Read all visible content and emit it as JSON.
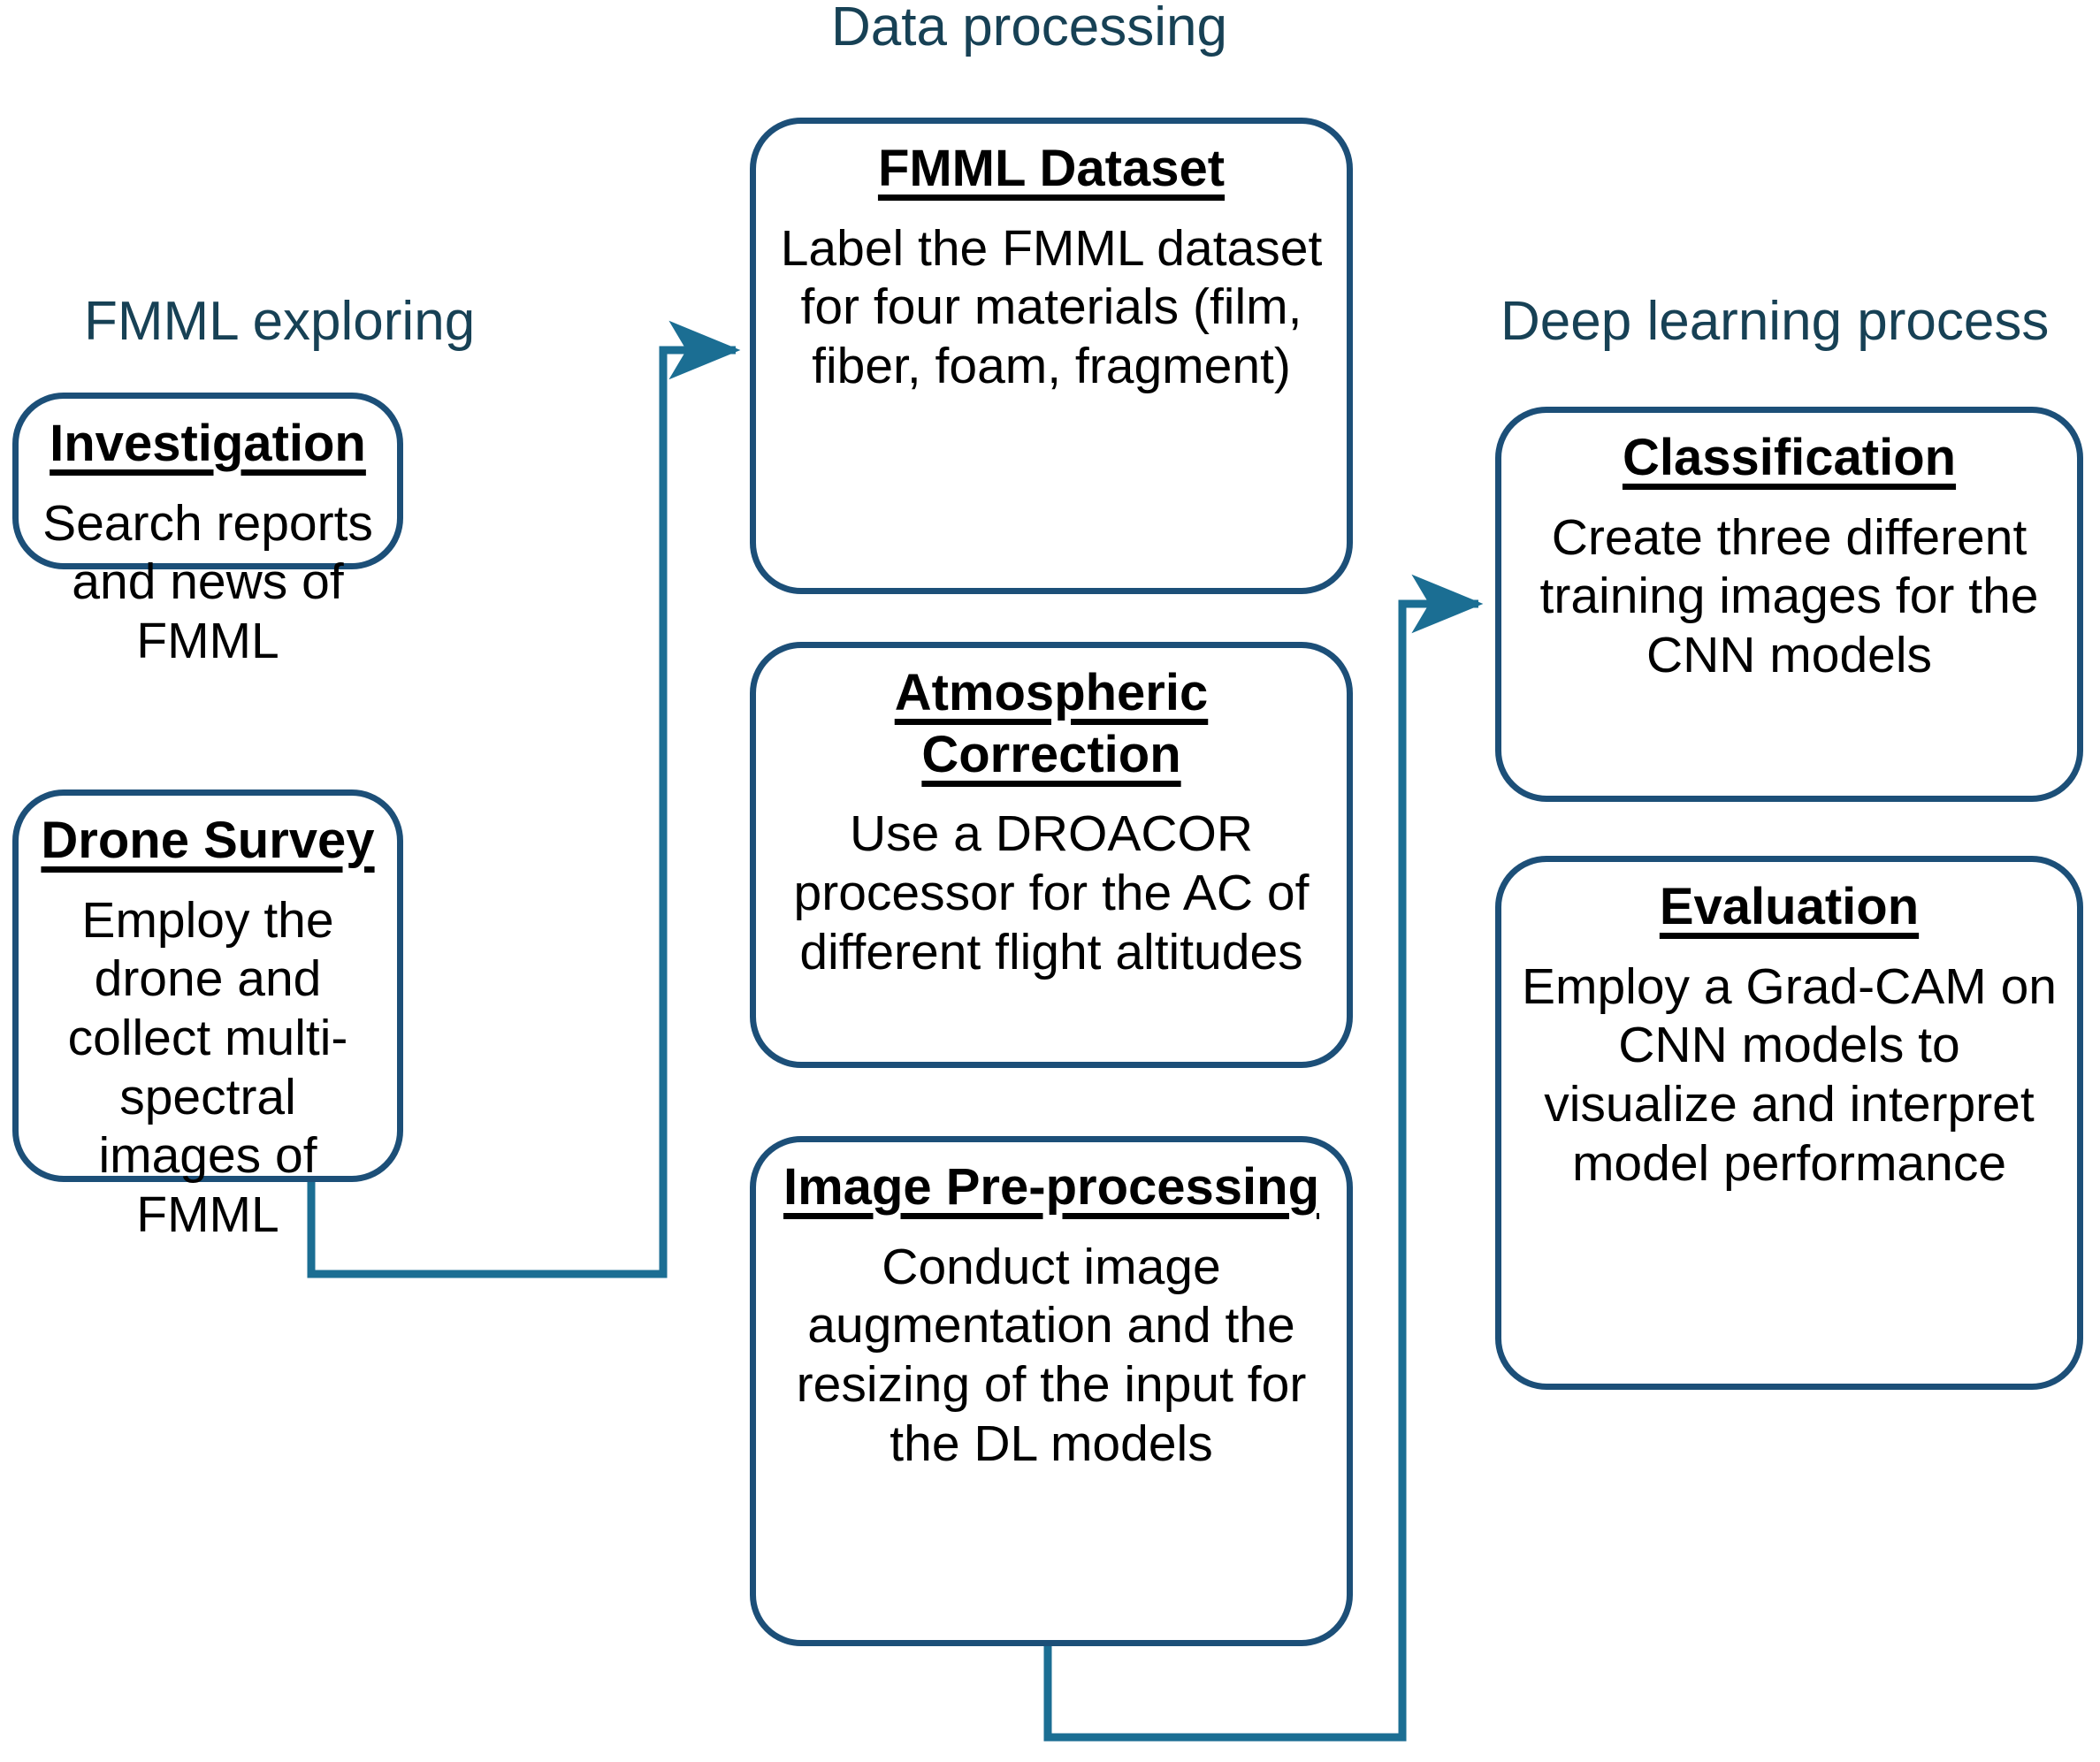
{
  "diagram": {
    "title": "FMML multispectral drone deep-learning workflow",
    "colors": {
      "header_text": "#174155",
      "box_border": "#1c4f78",
      "connector": "#1b6e93",
      "body_text": "#000000",
      "background": "#ffffff"
    }
  },
  "columns": [
    {
      "id": "fmml-exploring",
      "header": "FMML exploring",
      "nodes": [
        {
          "id": "investigation",
          "title": "Investigation",
          "body": "Search reports and news of FMML"
        },
        {
          "id": "drone-survey",
          "title": "Drone Survey",
          "body": "Employ the drone and collect multi-spectral images of FMML"
        }
      ]
    },
    {
      "id": "data-processing",
      "header": "Data processing",
      "nodes": [
        {
          "id": "fmml-dataset",
          "title": "FMML Dataset",
          "body": "Label the FMML dataset for four materials (film, fiber, foam, fragment)"
        },
        {
          "id": "atmospheric-correction",
          "title": "Atmospheric Correction",
          "body": "Use a DROACOR processor for the AC of different flight altitudes"
        },
        {
          "id": "image-pre-processing",
          "title": "Image Pre-processing",
          "body": "Conduct image augmentation and the resizing of the input for the DL models"
        }
      ]
    },
    {
      "id": "deep-learning-process",
      "header": "Deep learning process",
      "nodes": [
        {
          "id": "classification",
          "title": "Classification",
          "body": "Create three different training images for the CNN models"
        },
        {
          "id": "evaluation",
          "title": "Evaluation",
          "body": "Employ a Grad-CAM on CNN models to visualize and interpret model performance"
        }
      ]
    }
  ],
  "connectors": [
    {
      "id": "drone-survey-to-fmml-dataset",
      "from": "drone-survey",
      "to": "fmml-dataset",
      "arrow": "right"
    },
    {
      "id": "image-pre-processing-to-classification",
      "from": "image-pre-processing",
      "to": "classification",
      "arrow": "right"
    }
  ]
}
